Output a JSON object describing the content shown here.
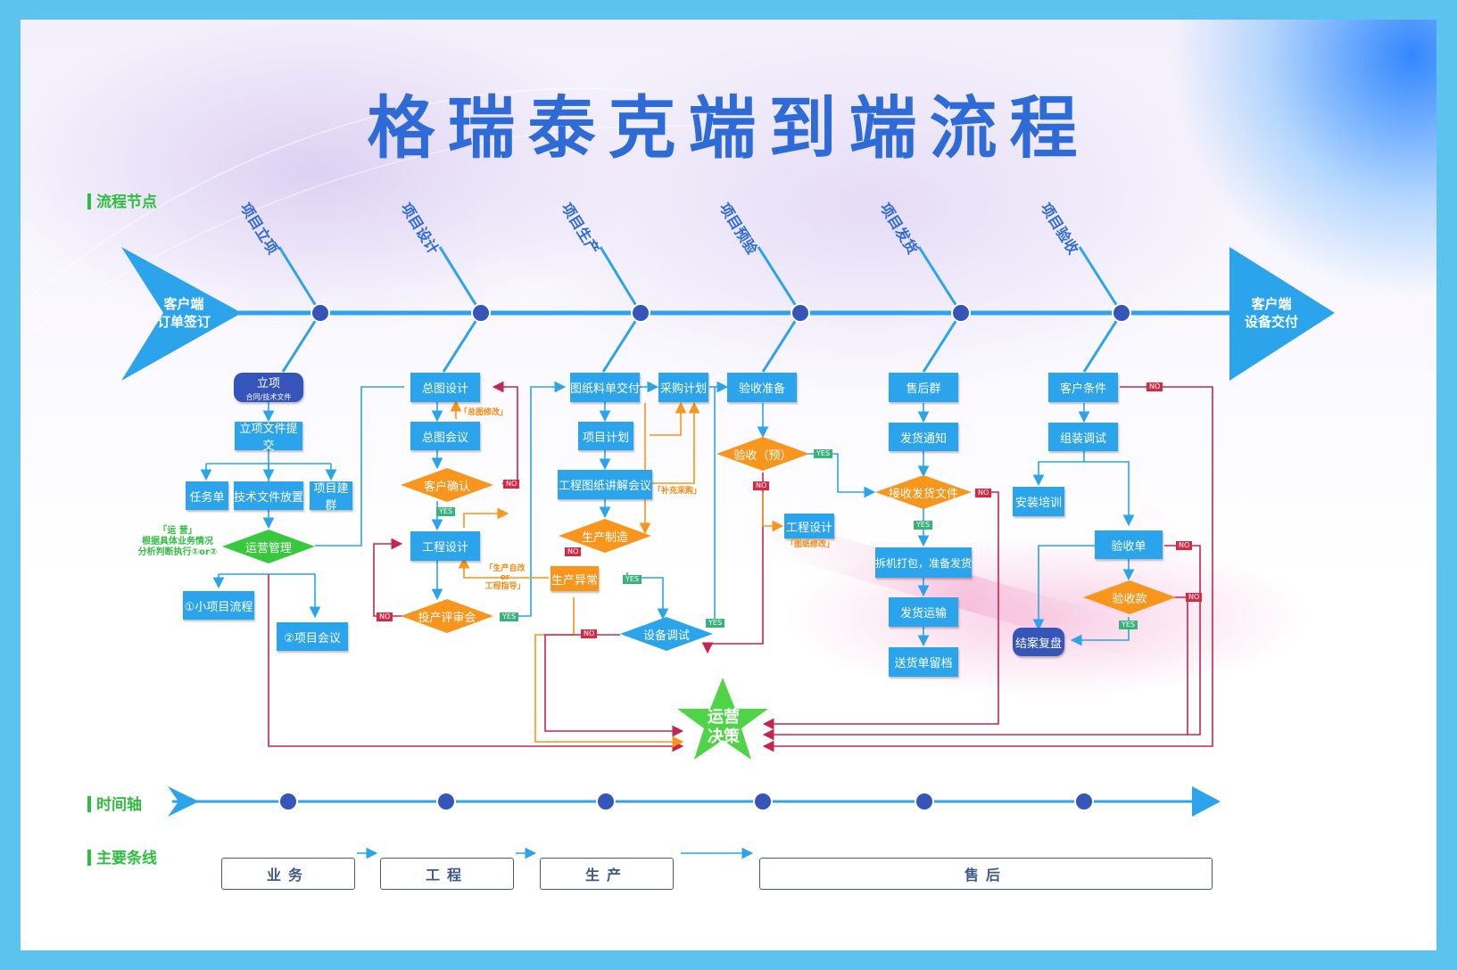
{
  "title": "格瑞泰克端到端流程",
  "labels": {
    "process_nodes": "流程节点",
    "timeline": "时间轴",
    "main_lines": "主要条线"
  },
  "ends": {
    "start": [
      "客户端",
      "订单签订"
    ],
    "end": [
      "客户端",
      "设备交付"
    ]
  },
  "stages": [
    "项目立项",
    "项目设计",
    "项目生产",
    "项目预验",
    "项目发货",
    "项目验收"
  ],
  "col1": {
    "lixiang": "立项",
    "lixiang_sub": "合同/技术文件",
    "submit": "立项文件提交",
    "task": "任务单",
    "techfile": "技术文件放置",
    "group": "项目建群",
    "op_mgmt": "运营管理",
    "op_note": [
      "「运 营」",
      "根据具体业务情况",
      "分析判断执行①or②"
    ],
    "small_flow": "①小项目流程",
    "meeting": "②项目会议"
  },
  "col2": {
    "design_total": "总图设计",
    "design_meeting": "总图会议",
    "confirm": "客户确认",
    "eng_design": "工程设计",
    "review": "投产评审会",
    "note_modify": "「总图修改」",
    "note_prod": [
      "「生产自改",
      "or",
      "工程指导」"
    ]
  },
  "col3": {
    "bom": "图纸料单交付",
    "plan": "项目计划",
    "explain": "工程图纸讲解会议",
    "manufacture": "生产制造",
    "abnormal": "生产异常",
    "purchase": "采购计划",
    "note_purchase": "「补充采购」",
    "debug": "设备调试"
  },
  "col4": {
    "prep": "验收准备",
    "pre_accept": "验收（预）",
    "eng_design": "工程设计",
    "note_drawing": "「图纸修改」"
  },
  "col5": {
    "after_group": "售后群",
    "ship_notice": "发货通知",
    "receive_doc": "接收发货文件",
    "pack": "拆机打包，准备发货",
    "transport": "发货运输",
    "archive": "送货单留档"
  },
  "col6": {
    "conditions": "客户条件",
    "assembly": "组装调试",
    "training": "安装培训",
    "accept_form": "验收单",
    "payment": "验收款",
    "close": "结案复盘"
  },
  "decision": [
    "运营",
    "决策"
  ],
  "tags": {
    "yes": "YES",
    "no": "NO"
  },
  "lanes": [
    "业务",
    "工程",
    "生产",
    "售后"
  ],
  "colors": {
    "blue": "#2ba4ec",
    "orange": "#f7951d",
    "green": "#38c83e",
    "navy": "#3655b8",
    "spine": "#2ba4ec",
    "red": "#d42a44"
  }
}
